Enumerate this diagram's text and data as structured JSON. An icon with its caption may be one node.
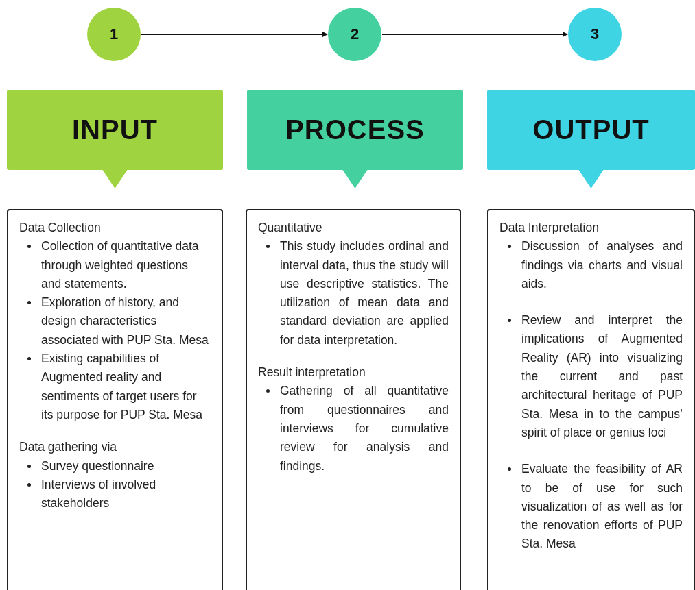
{
  "diagram": {
    "nodes": [
      {
        "text": [
          "1"
        ]
      },
      {
        "text": [
          "2"
        ]
      },
      {
        "text": [
          "3"
        ]
      },
      {
        "text": [
          "INPUT"
        ]
      },
      {
        "text": [
          "PROCESS"
        ]
      },
      {
        "text": [
          "OUTPUT"
        ]
      },
      {
        "text": [
          "Data Collection",
          "Collection of quantitative data through weighted questions and statements.",
          "Exploration of history, and design characteristics associated with PUP Sta. Mesa",
          "Existing capabilities of Augmented reality and sentiments of target users for its purpose for PUP Sta. Mesa",
          "Data gathering via",
          "Survey questionnaire",
          "Interviews of involved stakeholders"
        ]
      },
      {
        "text": [
          "Quantitative",
          "This study includes ordinal and interval data, thus the study will use descriptive statistics. The utilization of mean data and standard deviation are applied for data interpretation.",
          "Result interpretation",
          "Gathering of all quantitative from questionnaires and interviews for cumulative review for analysis and findings."
        ]
      },
      {
        "text": [
          "Data Interpretation",
          "Discussion of analyses and findings via charts and visual aids.",
          "Review and interpret the implications of Augmented Reality (AR) into visualizing the current and past architectural heritage of PUP Sta. Mesa in to the campus’ spirit of place or genius loci",
          "Evaluate the feasibility of AR to be of use for such visualization of as well as for the renovation efforts of PUP Sta. Mesa"
        ]
      }
    ],
    "edges": [
      {
        "from": 0,
        "to": 1,
        "arrow": "to"
      },
      {
        "from": 1,
        "to": 2,
        "arrow": "to"
      }
    ]
  }
}
